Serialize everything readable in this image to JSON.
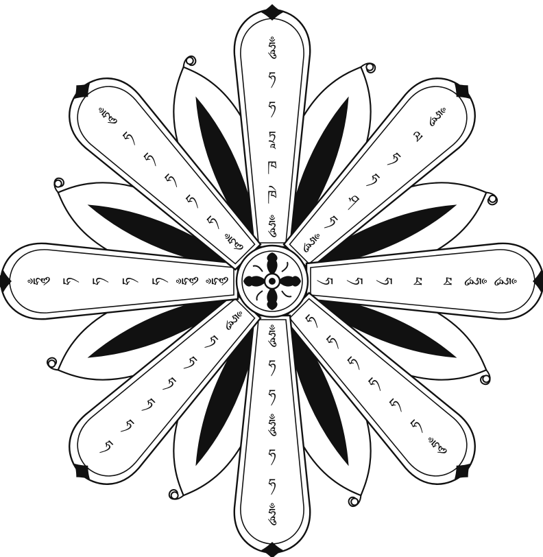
{
  "diagram": {
    "style": "woodcut line art mandala",
    "ink_color": "#111111",
    "paper_color": "#ffffff",
    "petal_count": 8,
    "inner_blade_count": 8,
    "outer_leaf_count": 8,
    "petals": [
      {
        "name": "petal-north",
        "syllables": [
          "ཧཱུྃ",
          "ཧ",
          "ཧ",
          "ཏྲཱ",
          "ཁ",
          "ཁེ",
          "ཧཱུྃ"
        ]
      },
      {
        "name": "petal-northeast",
        "syllables": [
          "ཧཱུྃ",
          "ལ",
          "ཧ",
          "ཧ",
          "ཤ",
          "ཧ",
          "ཧཱུྃ"
        ]
      },
      {
        "name": "petal-east",
        "syllables": [
          "ཧཱུྃ",
          "ཧཱུྃ",
          "ཕ",
          "ཕ",
          "ཧ",
          "ཧ",
          "ཧ"
        ]
      },
      {
        "name": "petal-southeast",
        "syllables": [
          "ཧཱུྃ",
          "ཧ",
          "ཧ",
          "ཧ",
          "ཧ",
          "ཧ",
          "ཧ"
        ]
      },
      {
        "name": "petal-south",
        "syllables": [
          "ཧཱུྃ",
          "ཧ",
          "ཧ",
          "ཧཱུྃ",
          "ཧ",
          "ཧ",
          "ཧཱུྃ"
        ]
      },
      {
        "name": "petal-southwest",
        "syllables": [
          "ཧ",
          "ཧ",
          "ཧ",
          "ཧ",
          "ཧ",
          "ཧ",
          "ཧཱུྃ"
        ]
      },
      {
        "name": "petal-west",
        "syllables": [
          "ཧཱུྃ",
          "ཧ",
          "ཧ",
          "ཧ",
          "ཧ",
          "ཧཱུྃ",
          "ཧཱུྃ"
        ]
      },
      {
        "name": "petal-northwest",
        "syllables": [
          "ཧཱུྃ",
          "ཧ",
          "ཧ",
          "ཧ",
          "ཧ",
          "ཧ",
          "ཧཱུྃ"
        ]
      }
    ],
    "center": {
      "motif": "four-petal vajra with central dot"
    }
  }
}
